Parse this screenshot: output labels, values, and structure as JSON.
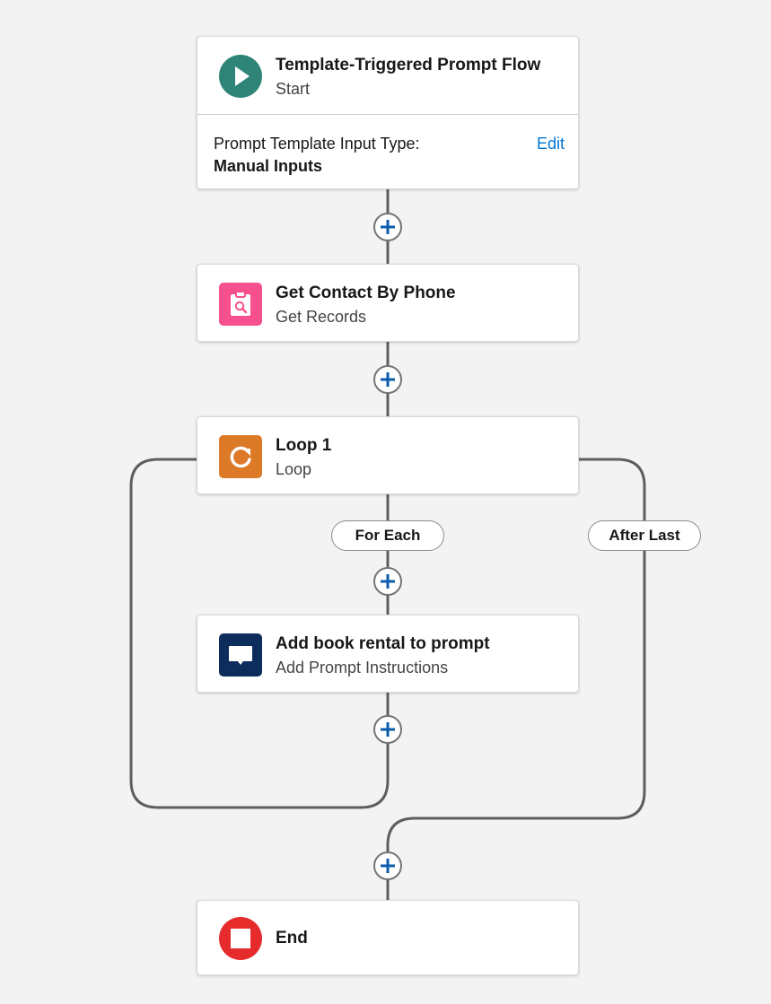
{
  "start": {
    "title": "Template-Triggered Prompt Flow",
    "subtitle": "Start",
    "input_type_label": "Prompt Template Input Type:",
    "input_type_value": "Manual Inputs",
    "edit_label": "Edit",
    "icon": "play-icon",
    "color": "#2e8577"
  },
  "get_records": {
    "title": "Get Contact By Phone",
    "subtitle": "Get Records",
    "icon": "clipboard-search-icon",
    "color": "#f7508e"
  },
  "loop": {
    "title": "Loop 1",
    "subtitle": "Loop",
    "icon": "loop-icon",
    "color": "#dd7a28",
    "for_each_label": "For Each",
    "after_last_label": "After Last"
  },
  "prompt_instructions": {
    "title": "Add book rental to prompt",
    "subtitle": "Add Prompt Instructions",
    "icon": "chat-bubble-icon",
    "color": "#0d2d5c"
  },
  "end": {
    "title": "End",
    "icon": "stop-icon",
    "color": "#e52b2b"
  },
  "connector_color": "#5e5e5e",
  "add_button_color": "#0b5cab"
}
